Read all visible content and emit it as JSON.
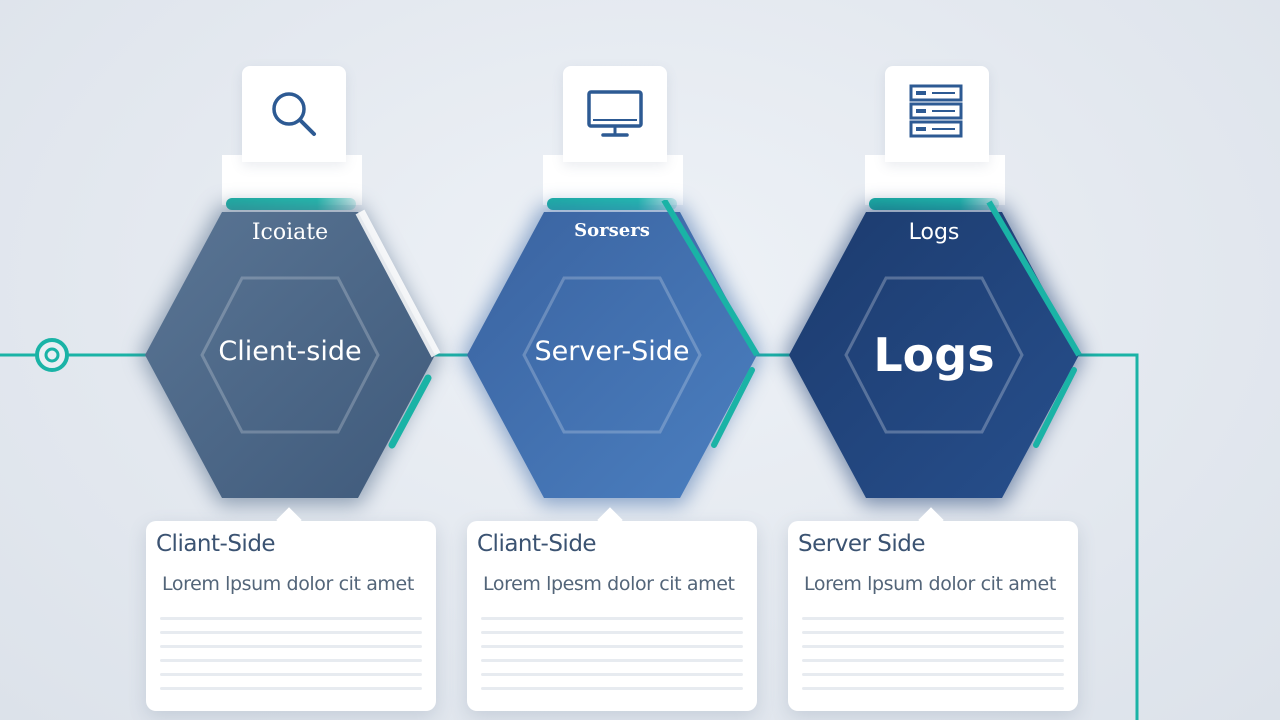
{
  "colors": {
    "teal": "#1ab3a6",
    "hex_client": "#4b6584",
    "hex_server": "#3d6aa8",
    "hex_logs": "#1e3f73",
    "icon_blue": "#2d5a93"
  },
  "nodes": [
    {
      "icon": "search-icon",
      "top_label": "Icoiate",
      "main_label": "Client-side"
    },
    {
      "icon": "monitor-icon",
      "top_label": "Sorsers",
      "main_label": "Server-Side"
    },
    {
      "icon": "server-rack-icon",
      "top_label": "Logs",
      "main_label": "Logs"
    }
  ],
  "cards": [
    {
      "title": "Cliant-Side",
      "subtitle": "Lorem lpsum dolor cit amet"
    },
    {
      "title": "Cliant-Side",
      "subtitle": "Lorem lpesm dolor cit amet"
    },
    {
      "title": "Server Side",
      "subtitle": "Lorem lpsum dolor cit amet"
    }
  ]
}
